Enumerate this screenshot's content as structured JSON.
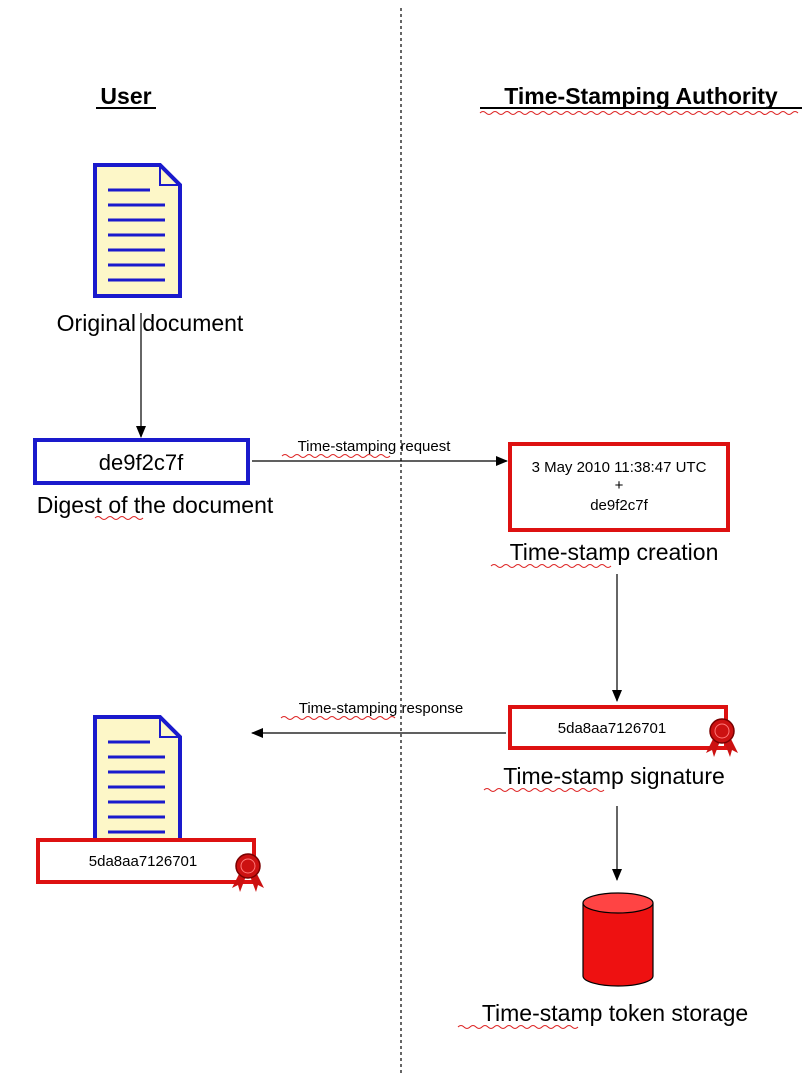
{
  "lanes": {
    "user": "User",
    "tsa": "Time-Stamping Authority"
  },
  "user_side": {
    "original_caption": "Original document",
    "digest_value": "de9f2c7f",
    "digest_caption": "Digest of the document",
    "stamped_doc_value": "5da8aa7126701"
  },
  "messages": {
    "request": "Time-stamping request",
    "response": "Time-stamping response"
  },
  "tsa_side": {
    "creation_line1": "3 May 2010 11:38:47 UTC",
    "creation_plus": "+",
    "creation_line2": "de9f2c7f",
    "creation_caption": "Time-stamp creation",
    "signature_value": "5da8aa7126701",
    "signature_caption": "Time-stamp signature",
    "storage_caption": "Time-stamp token storage"
  },
  "colors": {
    "document_border": "#1a1acc",
    "document_fill": "#fdf7c8",
    "document_lines": "#1a1acc",
    "tsa_border": "#dd1111",
    "seal": "#cc1111",
    "cylinder": "#ee1111"
  },
  "icons": {
    "document": "document-icon",
    "seal": "seal-icon",
    "storage": "database-cylinder-icon"
  }
}
